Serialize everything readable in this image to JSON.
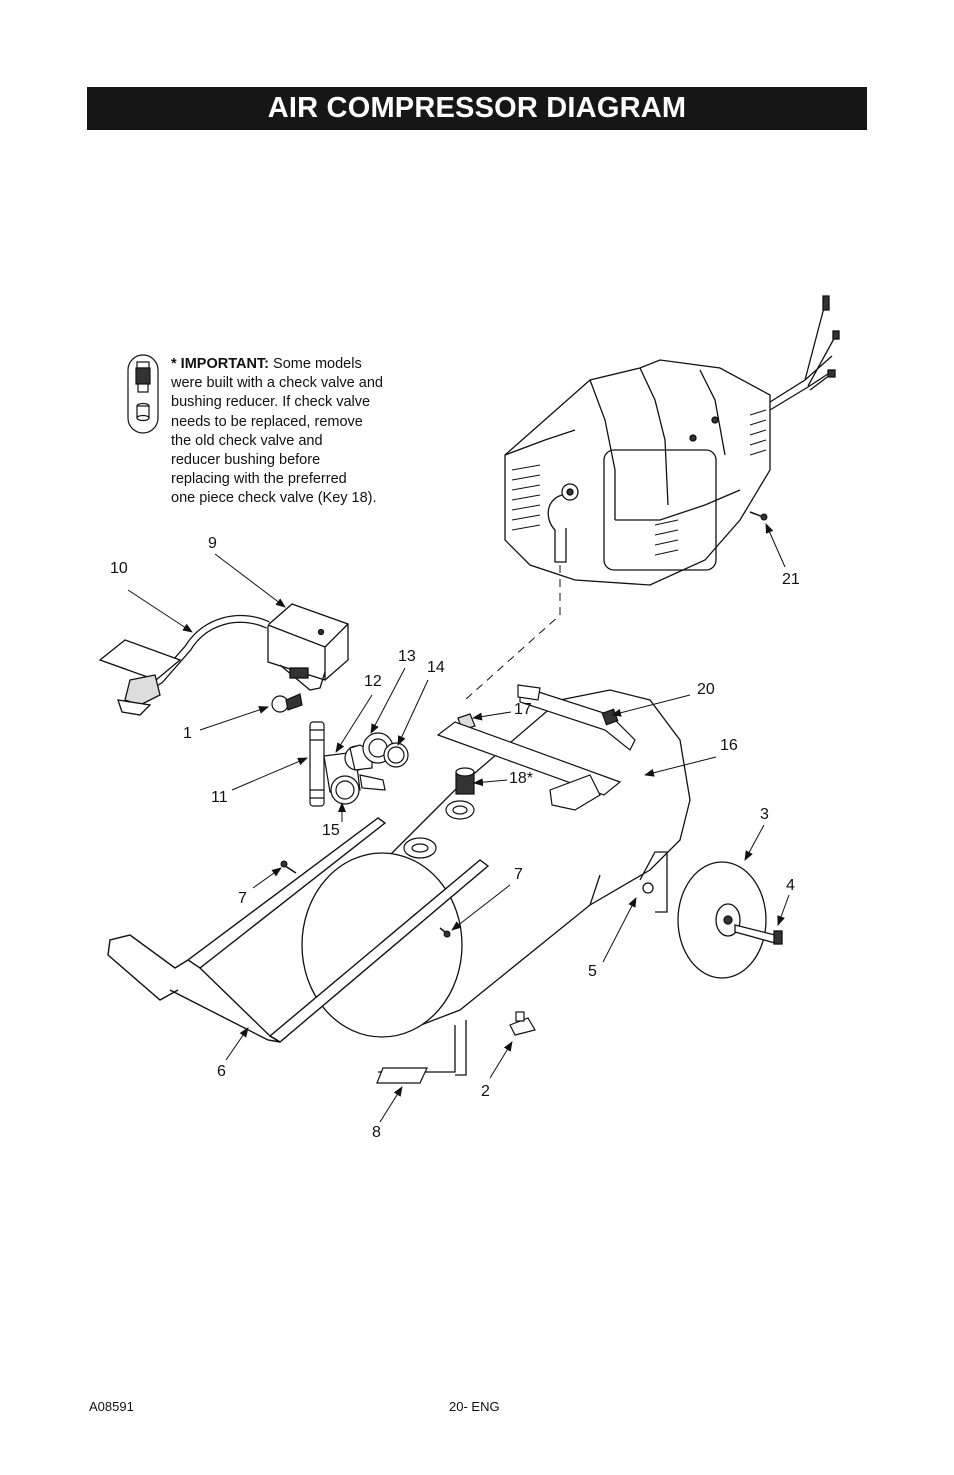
{
  "page": {
    "title": "AIR COMPRESSOR DIAGRAM",
    "doc_code": "A08591",
    "page_number": "20- ENG"
  },
  "note": {
    "label": "* IMPORTANT:",
    "lines": [
      " Some models",
      "were built with a check valve and",
      "bushing reducer. If check valve",
      "needs to be replaced, remove",
      "the old check valve and",
      "reducer bushing before",
      "replacing with the preferred",
      "one piece check valve (Key 18)."
    ]
  },
  "callouts": {
    "k1": "1",
    "k2": "2",
    "k3": "3",
    "k4": "4",
    "k5": "5",
    "k6": "6",
    "k7a": "7",
    "k7b": "7",
    "k8": "8",
    "k9": "9",
    "k10": "10",
    "k11": "11",
    "k12": "12",
    "k13": "13",
    "k14": "14",
    "k15": "15",
    "k16": "16",
    "k17": "17",
    "k18": "18*",
    "k20": "20",
    "k21": "21"
  }
}
